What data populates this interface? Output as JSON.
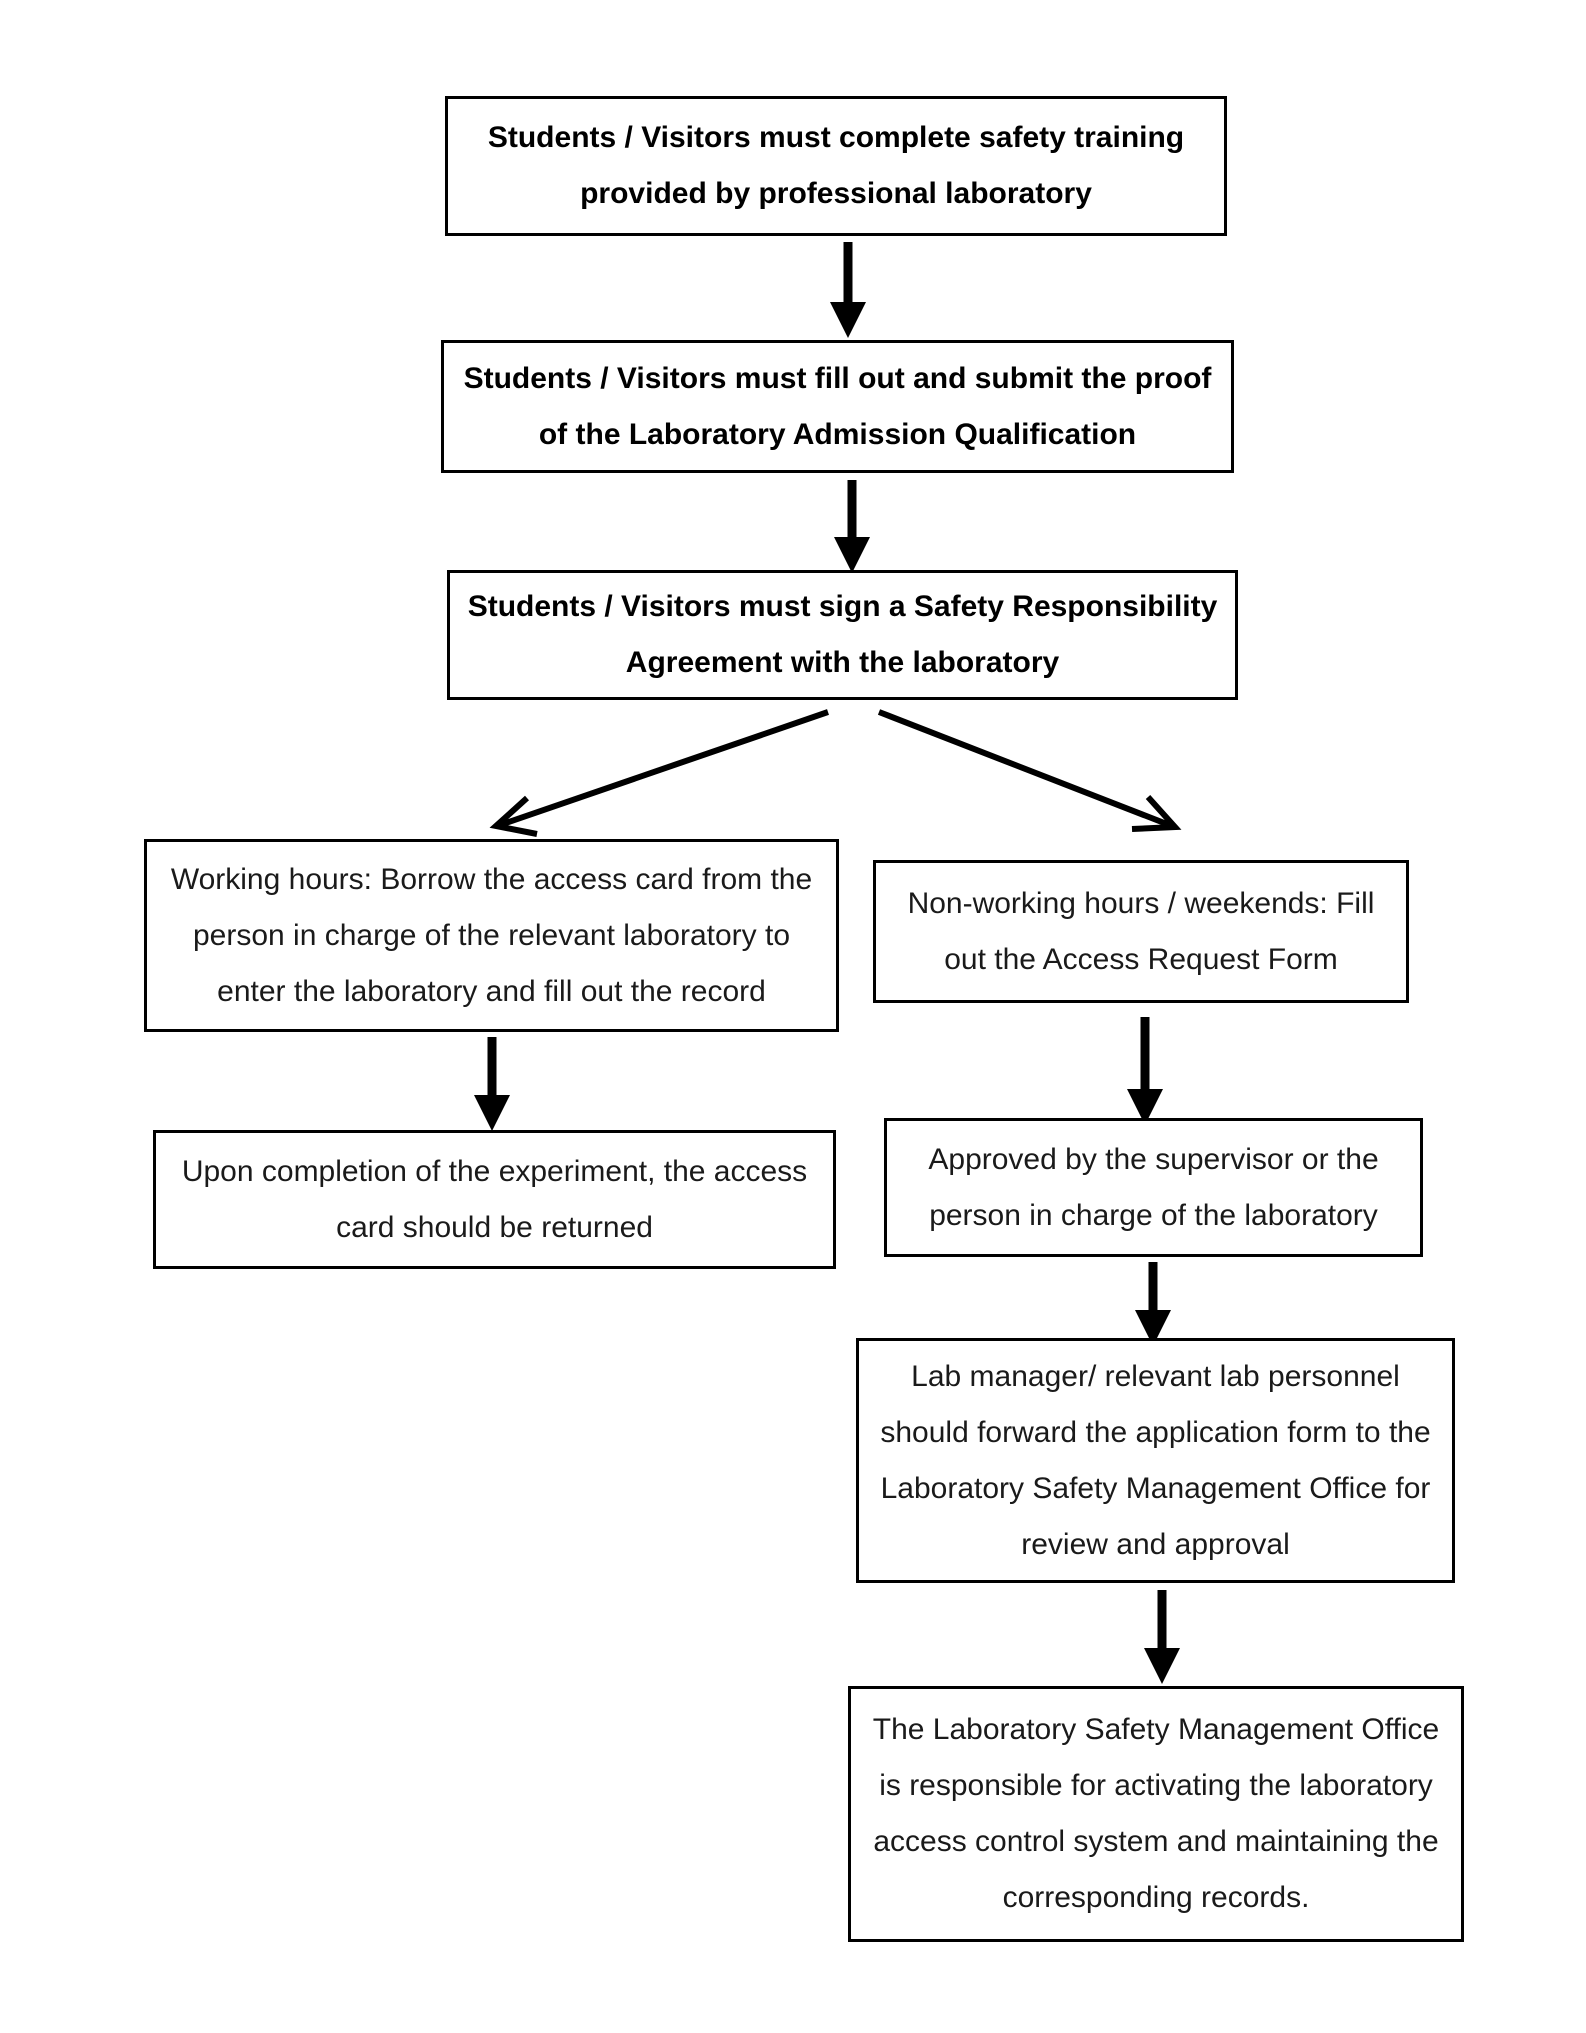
{
  "flowchart": {
    "nodes": {
      "training": "Students / Visitors must complete safety training provided by professional laboratory",
      "qualification": "Students / Visitors must fill out and submit the proof of the Laboratory Admission Qualification",
      "agreement": "Students / Visitors must sign a Safety Responsibility Agreement with the laboratory",
      "working_hours": "Working hours: Borrow the access card from the person in charge of the relevant laboratory to enter the laboratory and fill out the record",
      "return_card": "Upon completion of the experiment, the access card should be returned",
      "non_working": "Non-working hours / weekends: Fill out the Access Request Form",
      "approved": "Approved by the supervisor or the person in charge of the laboratory",
      "forward": "Lab manager/ relevant lab personnel should forward the application form to the Laboratory Safety Management Office for review and approval",
      "activate": "The Laboratory Safety Management Office is responsible for activating the laboratory access control system and maintaining the corresponding records."
    },
    "edges": [
      {
        "from": "training",
        "to": "qualification"
      },
      {
        "from": "qualification",
        "to": "agreement"
      },
      {
        "from": "agreement",
        "to": "working_hours"
      },
      {
        "from": "agreement",
        "to": "non_working"
      },
      {
        "from": "working_hours",
        "to": "return_card"
      },
      {
        "from": "non_working",
        "to": "approved"
      },
      {
        "from": "approved",
        "to": "forward"
      },
      {
        "from": "forward",
        "to": "activate"
      }
    ],
    "colors": {
      "border": "#000000",
      "arrow": "#000000",
      "background": "#ffffff"
    }
  }
}
